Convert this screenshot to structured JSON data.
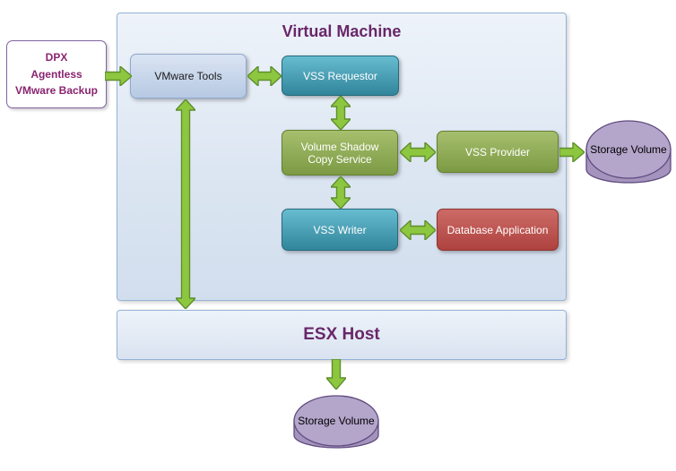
{
  "colors": {
    "title_text": "#692769",
    "arrow_fill": "#8dc63f",
    "arrow_stroke": "#5e8f2d",
    "teal_node": "#31859b",
    "green_node": "#7c9a43",
    "red_node": "#ae423f",
    "grey_node": "#b6c9e3",
    "container_bg": "#dce6f2",
    "cylinder_fill": "#b4a5cb"
  },
  "dpx": {
    "lines": [
      "DPX",
      "Agentless",
      "VMware Backup"
    ]
  },
  "virtual_machine": {
    "title": "Virtual Machine"
  },
  "esx_host": {
    "title": "ESX Host"
  },
  "nodes": {
    "vmware_tools": "VMware Tools",
    "vss_requestor": "VSS Requestor",
    "volume_shadow_copy_service": "Volume Shadow Copy Service",
    "vss_provider": "VSS Provider",
    "vss_writer": "VSS Writer",
    "database_application": "Database Application",
    "storage_volume_right": "Storage Volume",
    "storage_volume_bottom": "Storage Volume"
  }
}
